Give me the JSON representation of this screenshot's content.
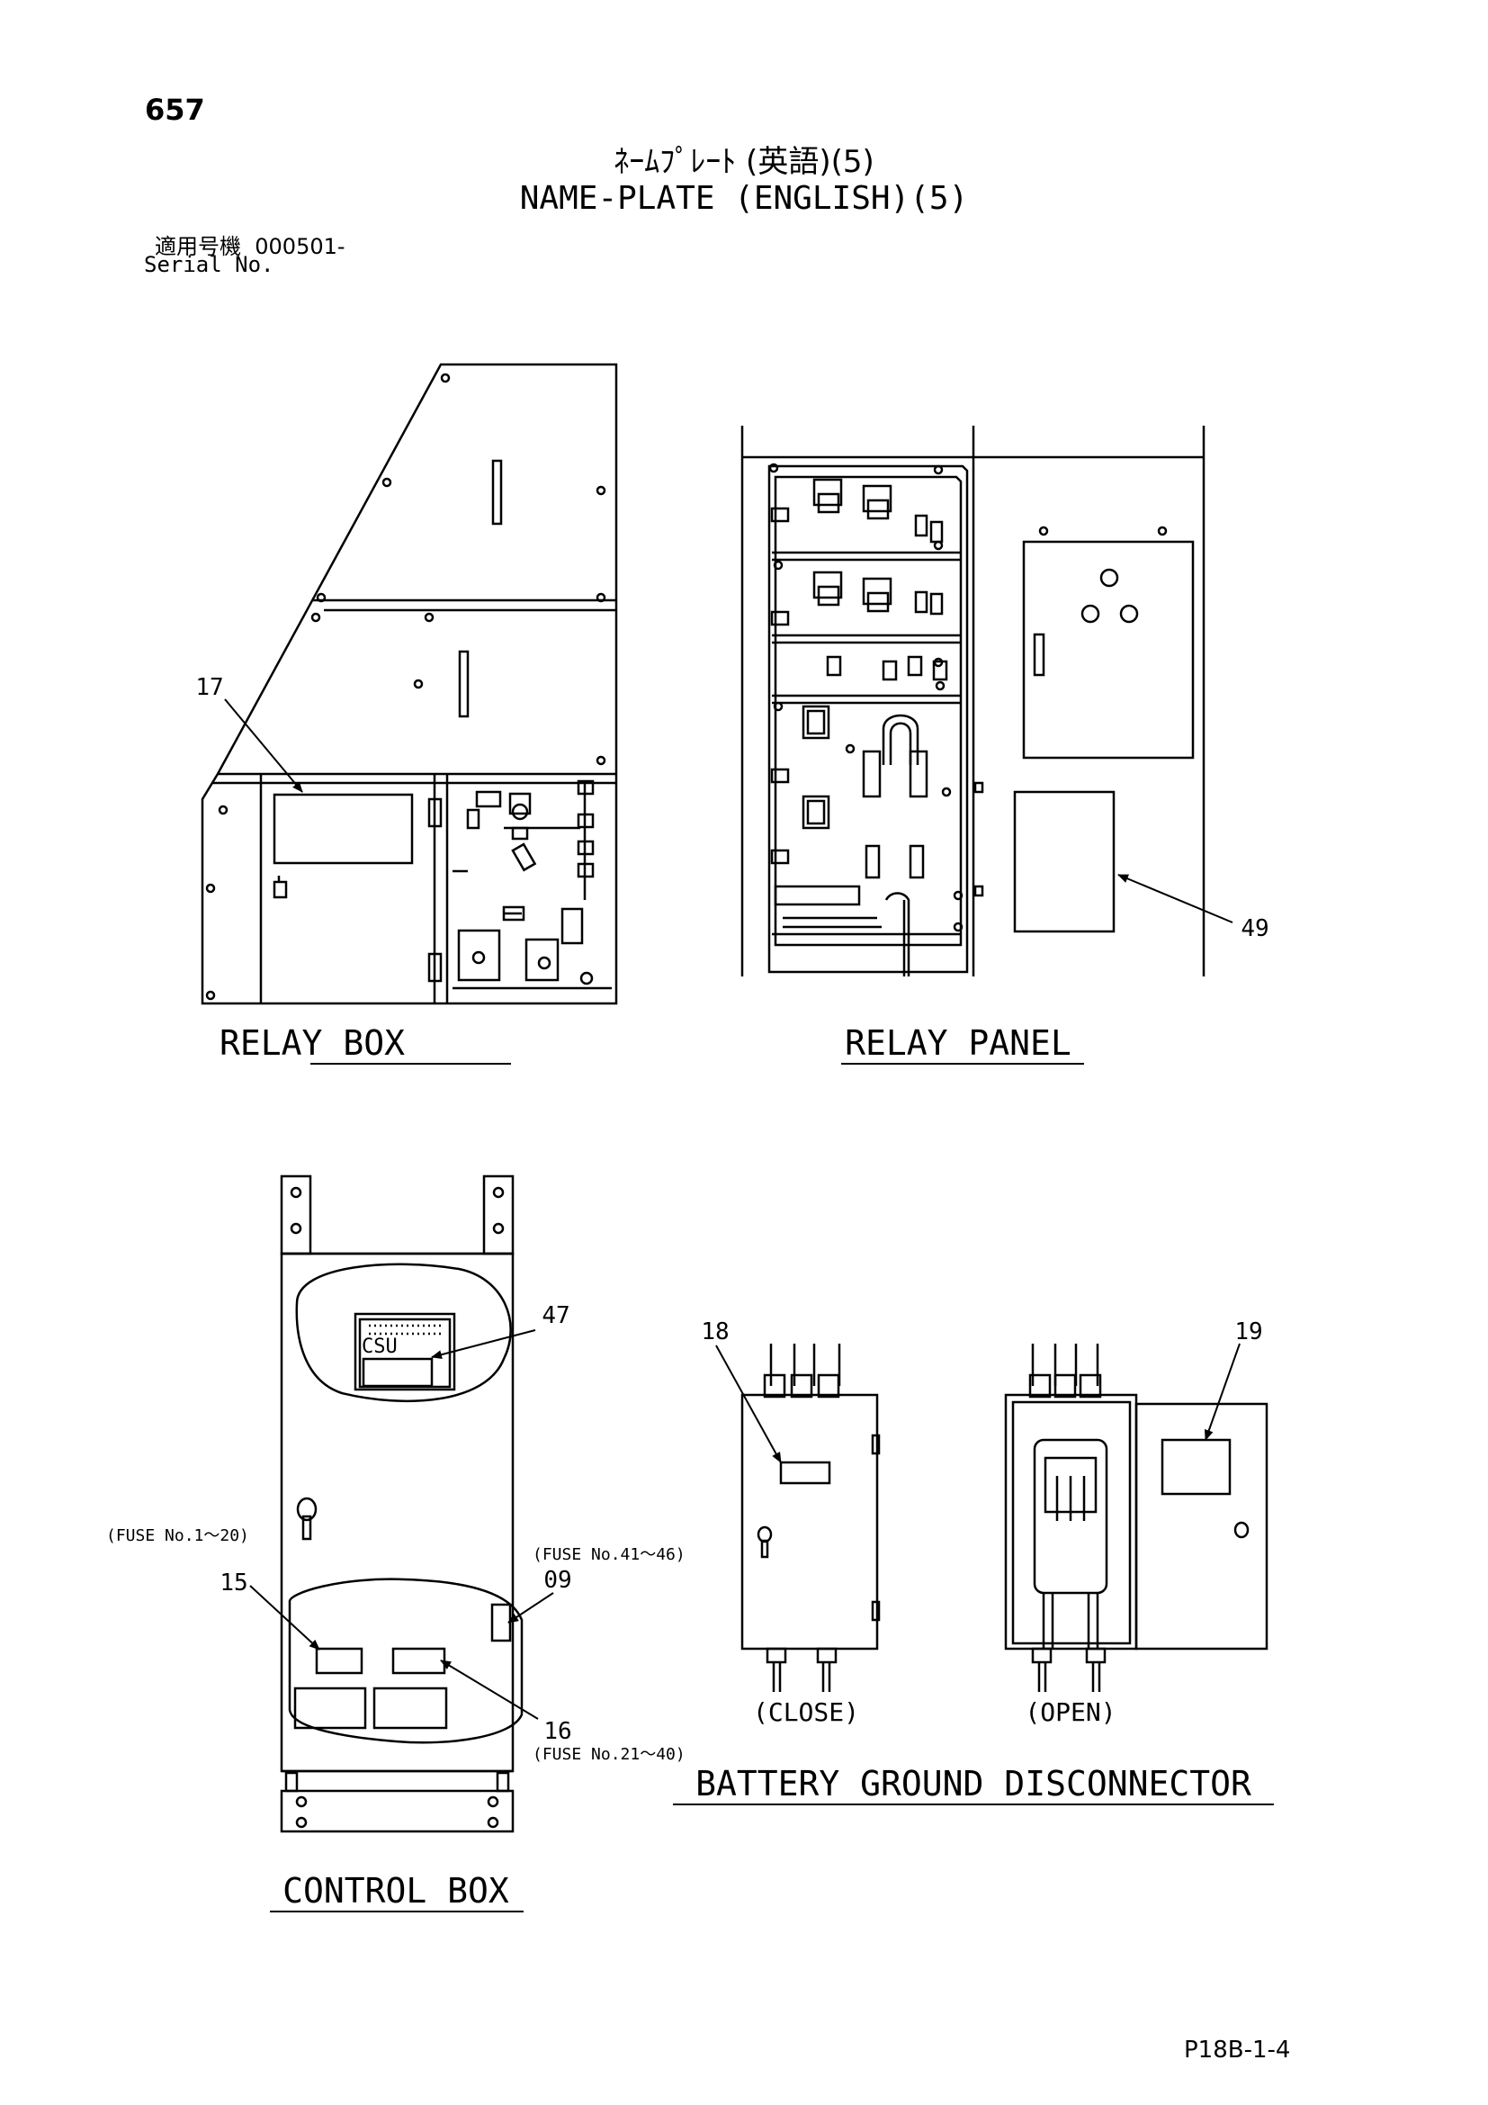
{
  "header": {
    "page_number": "657",
    "title_jp": "ﾈｰﾑﾌﾟﾚｰﾄ (英語)(5)",
    "title_en": "NAME-PLATE (ENGLISH)(5)",
    "serial_label_jp": "適用号機",
    "serial_value": "000501-",
    "serial_label_en": "Serial No."
  },
  "assemblies": {
    "relay_box": "RELAY BOX",
    "relay_panel": "RELAY PANEL",
    "control_box": "CONTROL BOX",
    "battery_disconnector": "BATTERY GROUND DISCONNECTOR"
  },
  "callouts": {
    "c17": "17",
    "c49": "49",
    "c47": "47",
    "c18": "18",
    "c19": "19",
    "c15": "15",
    "c09": "09",
    "c16": "16"
  },
  "labels": {
    "csu": "CSU",
    "fuse_1_20": "(FUSE No.1～20)",
    "fuse_41_46": "(FUSE No.41～46)",
    "fuse_21_40": "(FUSE No.21～40)",
    "close": "(CLOSE)",
    "open": "(OPEN)"
  },
  "footer": {
    "page_code": "P18B-1-4"
  }
}
